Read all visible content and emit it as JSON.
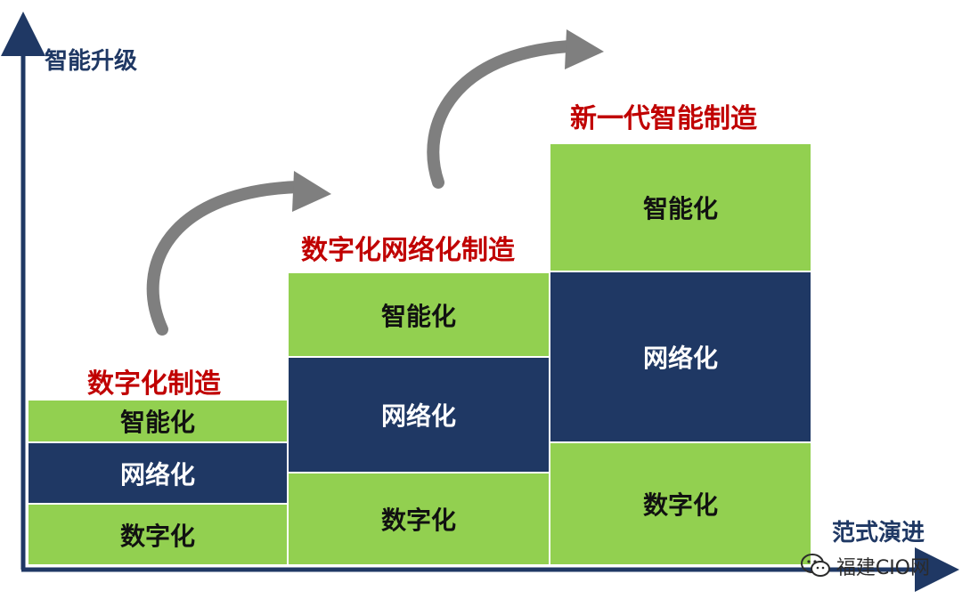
{
  "colors": {
    "axis": "#1f3864",
    "green": "#92d050",
    "navy": "#1f3864",
    "title": "#c00000",
    "arrow": "#7f7f7f"
  },
  "axes": {
    "y_label": "智能升级",
    "x_label": "范式演进"
  },
  "stages": [
    {
      "title": "数字化制造",
      "blocks": [
        {
          "label": "智能化",
          "color": "green"
        },
        {
          "label": "网络化",
          "color": "navy"
        },
        {
          "label": "数字化",
          "color": "green"
        }
      ]
    },
    {
      "title": "数字化网络化制造",
      "blocks": [
        {
          "label": "智能化",
          "color": "green"
        },
        {
          "label": "网络化",
          "color": "navy"
        },
        {
          "label": "数字化",
          "color": "green"
        }
      ]
    },
    {
      "title": "新一代智能制造",
      "blocks": [
        {
          "label": "智能化",
          "color": "green"
        },
        {
          "label": "网络化",
          "color": "navy"
        },
        {
          "label": "数字化",
          "color": "green"
        }
      ]
    }
  ],
  "watermark": {
    "icon": "wechat-icon",
    "text": "福建CIO网"
  }
}
